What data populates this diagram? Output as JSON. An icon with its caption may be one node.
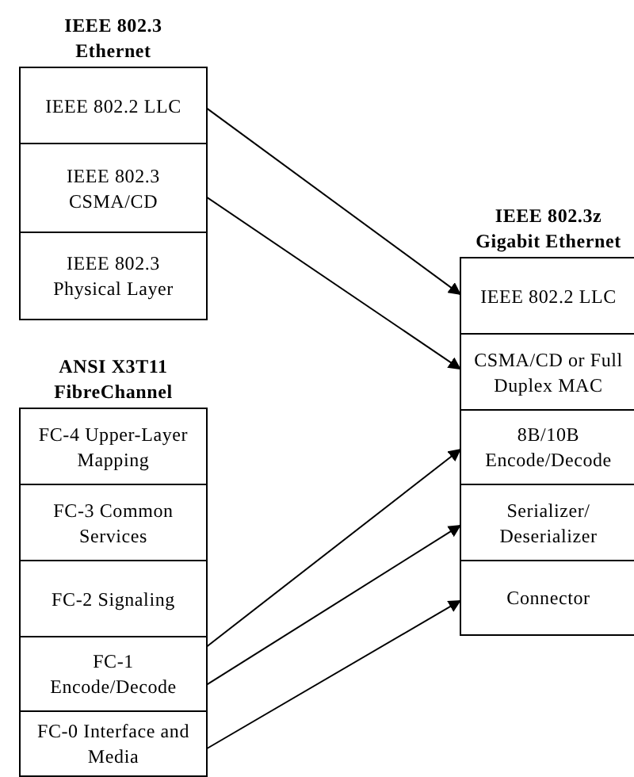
{
  "diagram": {
    "nodes": [
      {
        "text": [
          "IEEE 802.3 Ethernet"
        ]
      },
      {
        "text": [
          "IEEE 802.2 LLC"
        ],
        "in": 0
      },
      {
        "text": [
          "IEEE 802.3 CSMA/CD"
        ],
        "in": 0
      },
      {
        "text": [
          "IEEE 802.3 Physical Layer"
        ],
        "in": 0
      },
      {
        "text": [
          "ANSI X3T11 FibreChannel"
        ]
      },
      {
        "text": [
          "FC-4 Upper-Layer Mapping"
        ],
        "in": 4
      },
      {
        "text": [
          "FC-3 Common Services"
        ],
        "in": 4
      },
      {
        "text": [
          "FC-2 Signaling"
        ],
        "in": 4
      },
      {
        "text": [
          "FC-1 Encode/Decode"
        ],
        "in": 4
      },
      {
        "text": [
          "FC-0 Interface and Media"
        ],
        "in": 4
      },
      {
        "text": [
          "IEEE 802.3z Gigabit Ethernet"
        ]
      },
      {
        "text": [
          "IEEE 802.2 LLC"
        ],
        "in": 10
      },
      {
        "text": [
          "CSMA/CD or Full Duplex MAC"
        ],
        "in": 10
      },
      {
        "text": [
          "8B/10B Encode/Decode"
        ],
        "in": 10
      },
      {
        "text": [
          "Serializer/ Deserializer"
        ],
        "in": 10
      },
      {
        "text": [
          "Connector"
        ],
        "in": 10
      }
    ],
    "edges": [
      {
        "from": 1,
        "to": 11,
        "arrow": "to"
      },
      {
        "from": 2,
        "to": 12,
        "arrow": "to"
      },
      {
        "from": 8,
        "to": 13,
        "arrow": "to"
      },
      {
        "from": 8,
        "to": 14,
        "arrow": "to"
      },
      {
        "from": 9,
        "to": 15,
        "arrow": "to"
      }
    ]
  }
}
